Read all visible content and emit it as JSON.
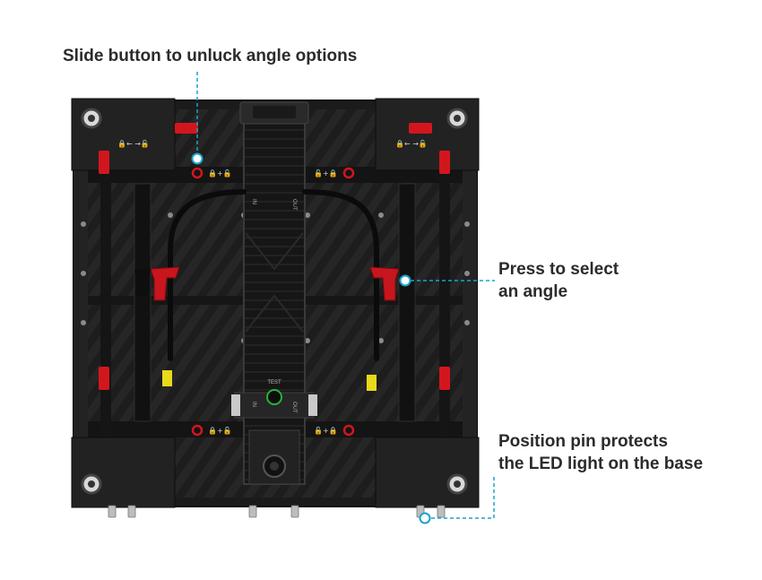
{
  "callouts": [
    {
      "lines": [
        "Slide button to unluck angle options"
      ]
    },
    {
      "lines": [
        "Press to select",
        "an angle"
      ]
    },
    {
      "lines": [
        "Position pin protects",
        "the LED light on the base"
      ]
    }
  ],
  "panel": {
    "center_module": {
      "in_label": "IN",
      "out_label": "OUT",
      "test_label": "TEST"
    }
  },
  "colors": {
    "accent_cyan": "#1aa3c9",
    "latch_red": "#d3161e",
    "panel_dark": "#1c1c1c",
    "connector_yellow": "#e8d91a",
    "test_ring_green": "#27b33d"
  }
}
